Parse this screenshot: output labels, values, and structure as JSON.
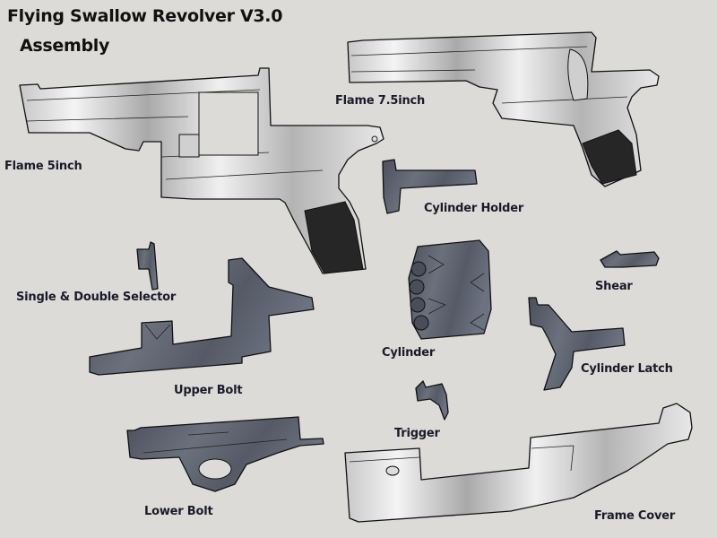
{
  "header": {
    "title": "Flying Swallow Revolver V3.0",
    "subtitle": "Assembly"
  },
  "parts": [
    {
      "id": "frame-5inch",
      "label": "Flame 5inch",
      "material": "light-metal"
    },
    {
      "id": "frame-7-5inch",
      "label": "Flame 7.5inch",
      "material": "light-metal"
    },
    {
      "id": "cylinder-holder",
      "label": "Cylinder Holder",
      "material": "dark-plastic"
    },
    {
      "id": "single-double-selector",
      "label": "Single & Double Selector",
      "material": "dark-plastic"
    },
    {
      "id": "shear",
      "label": "Shear",
      "material": "dark-plastic"
    },
    {
      "id": "upper-bolt",
      "label": "Upper Bolt",
      "material": "dark-plastic"
    },
    {
      "id": "cylinder",
      "label": "Cylinder",
      "material": "dark-plastic"
    },
    {
      "id": "cylinder-latch",
      "label": "Cylinder Latch",
      "material": "dark-plastic"
    },
    {
      "id": "trigger",
      "label": "Trigger",
      "material": "dark-plastic"
    },
    {
      "id": "lower-bolt",
      "label": "Lower Bolt",
      "material": "dark-plastic"
    },
    {
      "id": "frame-cover",
      "label": "Frame Cover",
      "material": "light-metal"
    }
  ],
  "colors": {
    "background": "#dcdbd7",
    "metal_light": "#f2f2f2",
    "metal_mid": "#b8b8b8",
    "plastic_dark": "#5a5f6c",
    "grip_black": "#262626",
    "text": "#111111"
  }
}
